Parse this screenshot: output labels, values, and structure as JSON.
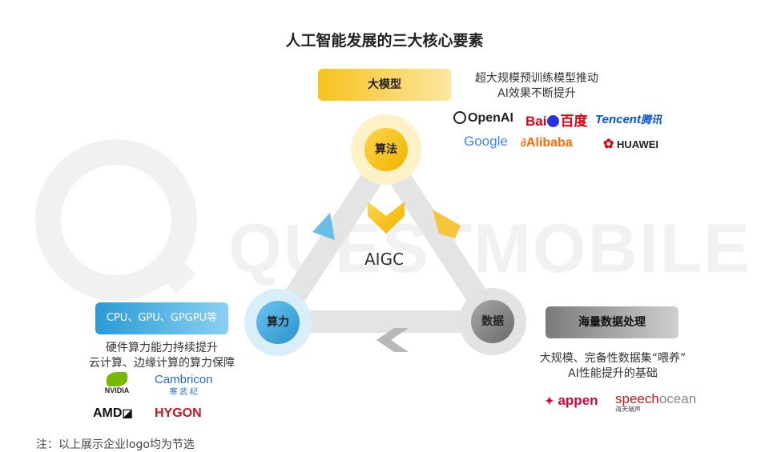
{
  "title": "人工智能发展的三大核心要素",
  "watermark": "QUESTMOBILE",
  "center_label": "AIGC",
  "nodes": {
    "top": "算法",
    "left": "算力",
    "right": "数据"
  },
  "model": {
    "pill": "大模型",
    "desc_line1": "超大规模预训练模型推动",
    "desc_line2": "AI效果不断提升",
    "logos": {
      "openai": "OpenAI",
      "baidu": "Bai",
      "baidu_cn": "百度",
      "tencent": "Tencent",
      "tencent_cn": "腾讯",
      "google": "Google",
      "alibaba": "Alibaba",
      "huawei": "HUAWEI"
    }
  },
  "compute": {
    "pill": "CPU、GPU、GPGPU等",
    "desc_line1": "硬件算力能力持续提升",
    "desc_line2": "云计算、边缘计算的算力保障",
    "logos": {
      "nvidia": "NVIDIA",
      "cambricon": "Cambricon",
      "cambricon_cn": "寒 武 纪",
      "amd": "AMD",
      "hygon": "HYGON"
    }
  },
  "data_section": {
    "pill": "海量数据处理",
    "desc_line1": "大规模、完备性数据集“喂养”",
    "desc_line2": "AI性能提升的基础",
    "logos": {
      "appen": "appen",
      "speech": "speech",
      "ocean": "ocean",
      "speech_cn": "海天瑞声"
    }
  },
  "note": "注：以上展示企业logo均为节选",
  "colors": {
    "gold": "#f6c11e",
    "blue": "#3fa9e0",
    "gray": "#888888"
  }
}
